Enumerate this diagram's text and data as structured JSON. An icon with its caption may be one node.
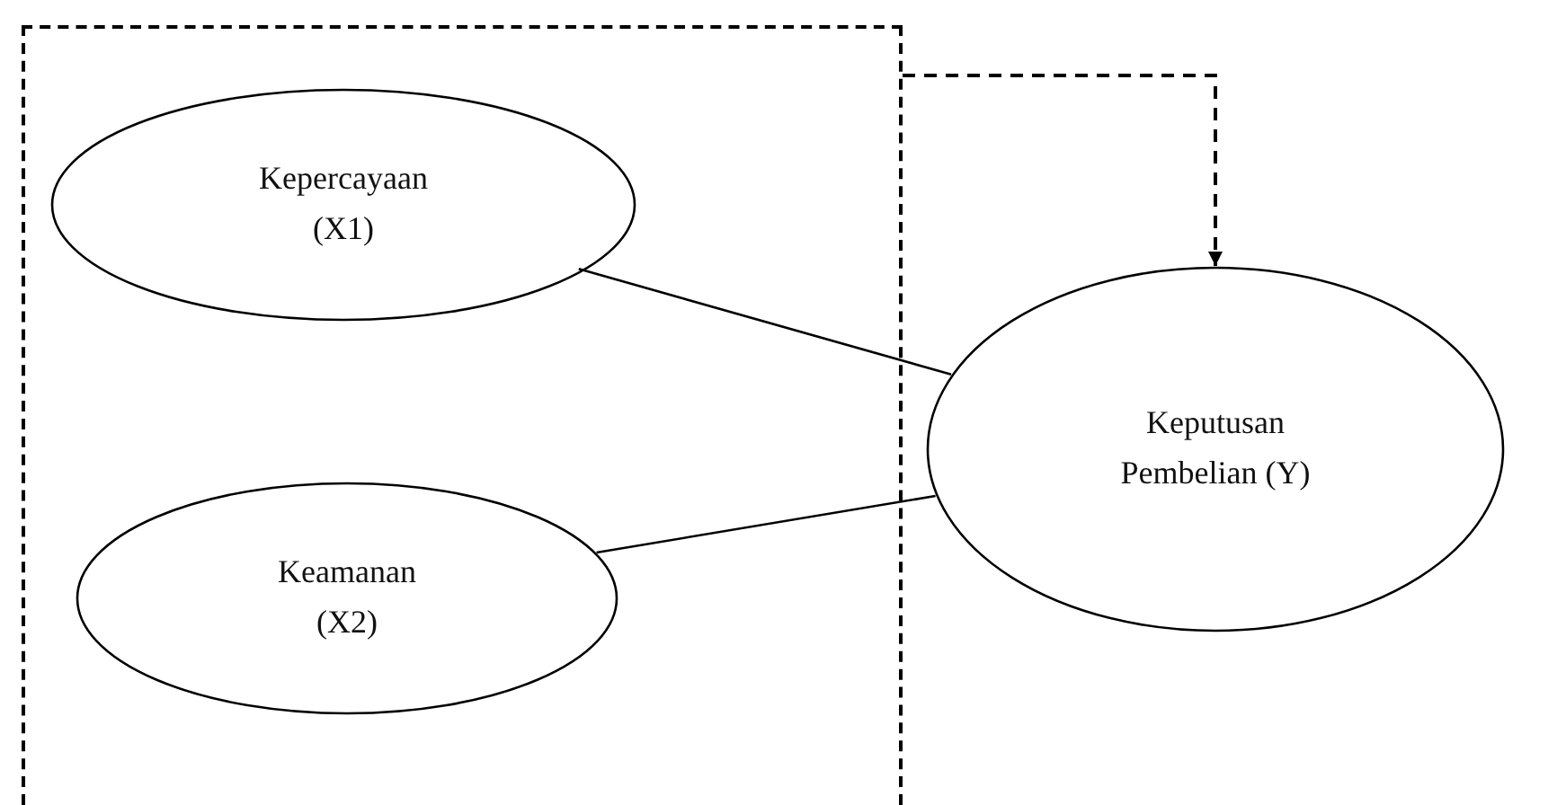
{
  "diagram": {
    "nodes": [
      {
        "text": [],
        "shape": "box"
      },
      {
        "text": [
          "Kepercayaan (X1)"
        ],
        "in": 0
      },
      {
        "text": [
          "Keamanan (X2)"
        ],
        "in": 0
      },
      {
        "text": [
          "Keputusan Pembelian (Y)"
        ]
      }
    ],
    "edges": [
      {
        "from": 1,
        "to": 3,
        "arrow": "none"
      },
      {
        "from": 2,
        "to": 3,
        "arrow": "none"
      },
      {
        "from": 0,
        "to": 3,
        "arrow": "to",
        "style": "dashed"
      }
    ]
  }
}
